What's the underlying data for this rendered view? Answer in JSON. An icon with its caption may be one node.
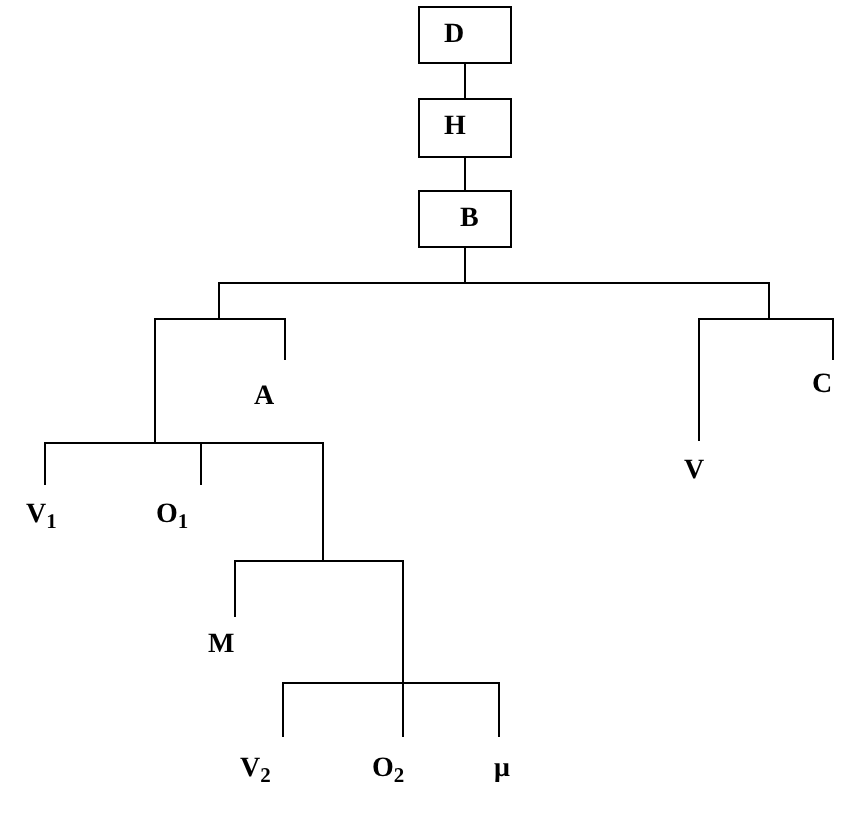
{
  "diagram": {
    "nodes": [
      {
        "text": [
          "D"
        ]
      },
      {
        "text": [
          "H"
        ]
      },
      {
        "text": [
          "B"
        ]
      },
      {
        "text": [
          "A"
        ]
      },
      {
        "text": [
          "C"
        ]
      },
      {
        "text": [
          "V"
        ]
      },
      {
        "text": [
          "V$_{1}$"
        ]
      },
      {
        "text": [
          "O$_{1}$"
        ]
      },
      {
        "text": [
          "M"
        ]
      },
      {
        "text": [
          "V$_{2}$"
        ]
      },
      {
        "text": [
          "O$_{2}$"
        ]
      },
      {
        "text": [
          "μ"
        ]
      }
    ],
    "edges": [
      {
        "from": 0,
        "to": 1,
        "arrow": "none"
      },
      {
        "from": 1,
        "to": 2,
        "arrow": "none"
      },
      {
        "from": 2,
        "to": 3,
        "arrow": "none"
      },
      {
        "from": 2,
        "to": 4,
        "arrow": "none"
      },
      {
        "from": 2,
        "to": 5,
        "arrow": "none"
      },
      {
        "from": 2,
        "to": 6,
        "arrow": "none"
      },
      {
        "from": 2,
        "to": 7,
        "arrow": "none"
      },
      {
        "from": 2,
        "to": 8,
        "arrow": "none"
      },
      {
        "from": 2,
        "to": 9,
        "arrow": "none"
      },
      {
        "from": 2,
        "to": 10,
        "arrow": "none"
      },
      {
        "from": 2,
        "to": 11,
        "arrow": "none"
      }
    ]
  }
}
